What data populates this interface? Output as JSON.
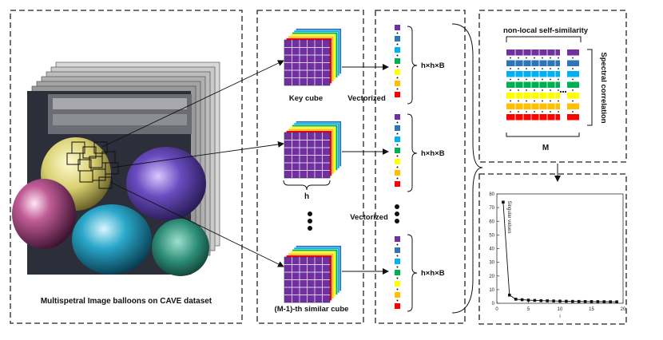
{
  "panels": {
    "image_caption": "Multispetral Image balloons on CAVE dataset",
    "key_cube_label": "Key cube",
    "similar_cube_label": "(M-1)-th similar cube",
    "patch_size_label": "h",
    "vectorized_label": "Vectorized",
    "vector_dim_label": "h×h×B",
    "nonlocal_label": "non-local self-similarity",
    "spectral_label": "Spectral correlation",
    "m_label": "M"
  },
  "colors": {
    "purple": "#7030a0",
    "blue": "#2e75b6",
    "cyan": "#00b0f0",
    "green": "#00b050",
    "yellow": "#ffff00",
    "orange": "#ffc000",
    "red": "#ff0000"
  },
  "chart_data": {
    "type": "line",
    "xlabel": "i",
    "ylabel": "Singular values",
    "xlim": [
      0,
      20
    ],
    "ylim": [
      0,
      80
    ],
    "xticks": [
      0,
      5,
      10,
      15,
      20
    ],
    "yticks": [
      0,
      10,
      20,
      30,
      40,
      50,
      60,
      70,
      80
    ],
    "x": [
      1,
      2,
      3,
      4,
      5,
      6,
      7,
      8,
      9,
      10,
      11,
      12,
      13,
      14,
      15,
      16,
      17,
      18,
      19
    ],
    "values": [
      74,
      6,
      3,
      2.6,
      2.3,
      2.1,
      1.9,
      1.8,
      1.7,
      1.6,
      1.5,
      1.4,
      1.35,
      1.3,
      1.25,
      1.2,
      1.15,
      1.1,
      1.05
    ],
    "grid": false,
    "legend": false
  }
}
